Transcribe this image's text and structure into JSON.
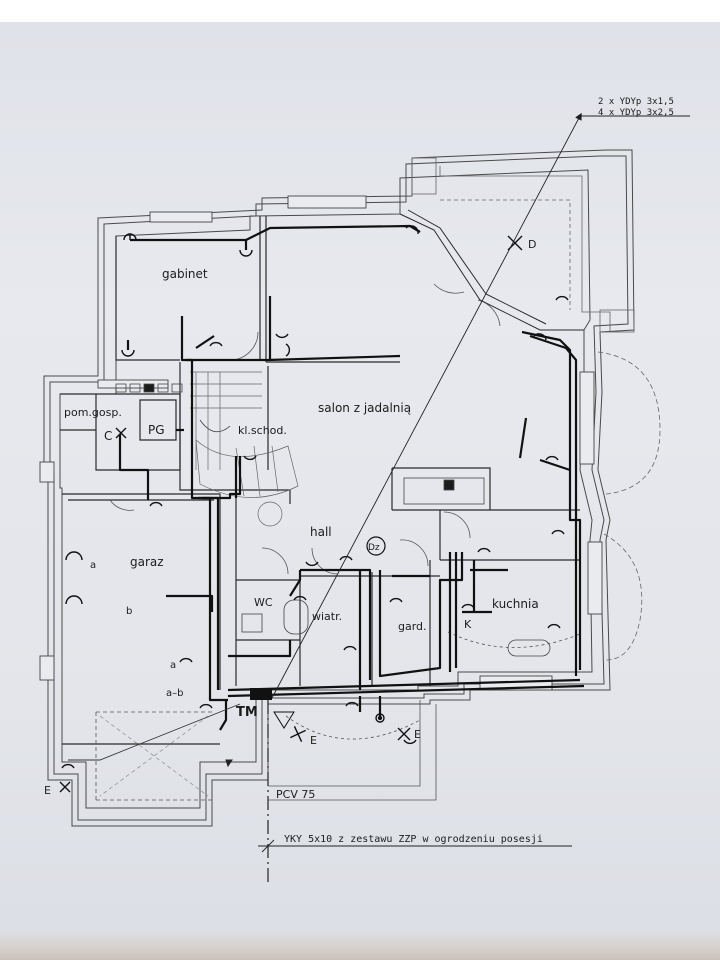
{
  "rooms": {
    "gabinet": "gabinet",
    "pom_gosp": "pom.gosp.",
    "pg": "PG",
    "kl_schod": "kl.schod.",
    "salon": "salon z jadalnią",
    "hall": "hall",
    "garaz": "garaz",
    "wc": "WC",
    "wiatr": "wiatr.",
    "gard": "gard.",
    "kuchnia": "kuchnia"
  },
  "marks": {
    "c": "C",
    "d": "D",
    "dz": "Dz",
    "k": "K",
    "tm": "TM",
    "e1": "E",
    "e2": "E",
    "e3": "E",
    "a1": "a",
    "a2": "a",
    "b": "b",
    "ab": "a–b"
  },
  "cables": {
    "line1": "2 x YDYp 3x1,5",
    "line2": "4 x YDYp 3x2,5",
    "pcv": "PCV 75",
    "supply": "YKY 5x10 z zestawu ZZP w ogrodzeniu posesji"
  },
  "colors": {
    "paper": "#e4e6eb",
    "line": "#1c1c1c",
    "thin": "#555555"
  }
}
